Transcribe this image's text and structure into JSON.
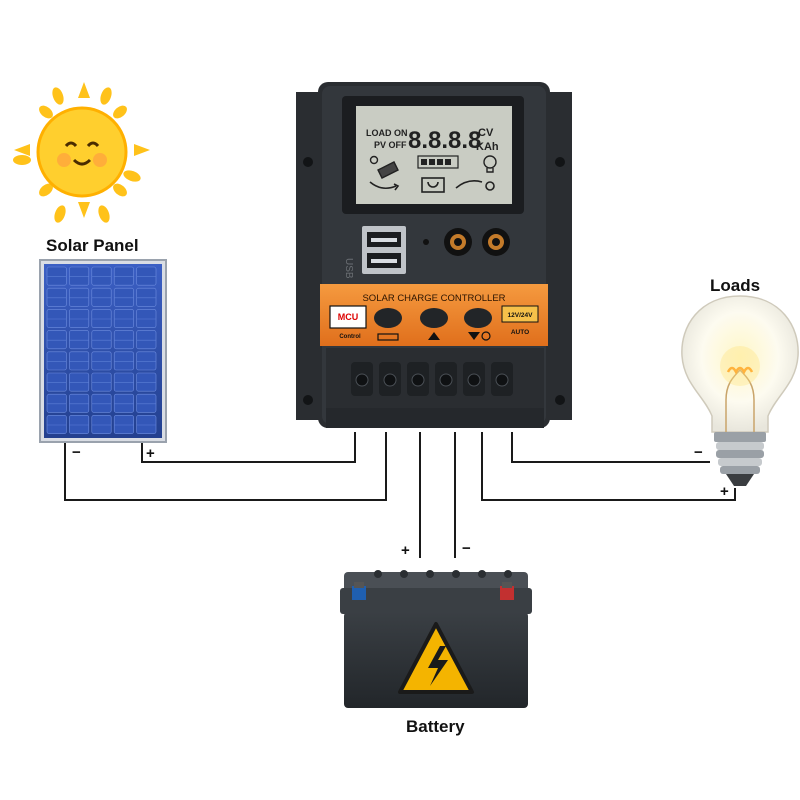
{
  "labels": {
    "solar_panel": "Solar Panel",
    "loads": "Loads",
    "battery": "Battery"
  },
  "controller": {
    "title": "SOLAR CHARGE CONTROLLER",
    "lcd_load_on": "LOAD ON",
    "lcd_pv_off": "PV OFF",
    "lcd_digits": "8.8.8.8",
    "lcd_cv": "CV",
    "lcd_kah": "KAh",
    "usb": "USB",
    "mcu": "MCU",
    "mcu_sub": "Control",
    "voltage": "12V/24V",
    "auto": "AUTO"
  },
  "signs": {
    "panel_minus": "−",
    "panel_plus": "+",
    "battery_plus": "+",
    "battery_minus": "−",
    "load_minus": "−",
    "load_plus": "+"
  },
  "colors": {
    "controller_body": "#2a2d31",
    "controller_band": "#f0812a",
    "lcd": "#c9ccc3",
    "panel_cell": "#2f4fa8",
    "sun": "#ffc21a",
    "battery_body": "#2b2f33",
    "warning": "#f4b400"
  }
}
